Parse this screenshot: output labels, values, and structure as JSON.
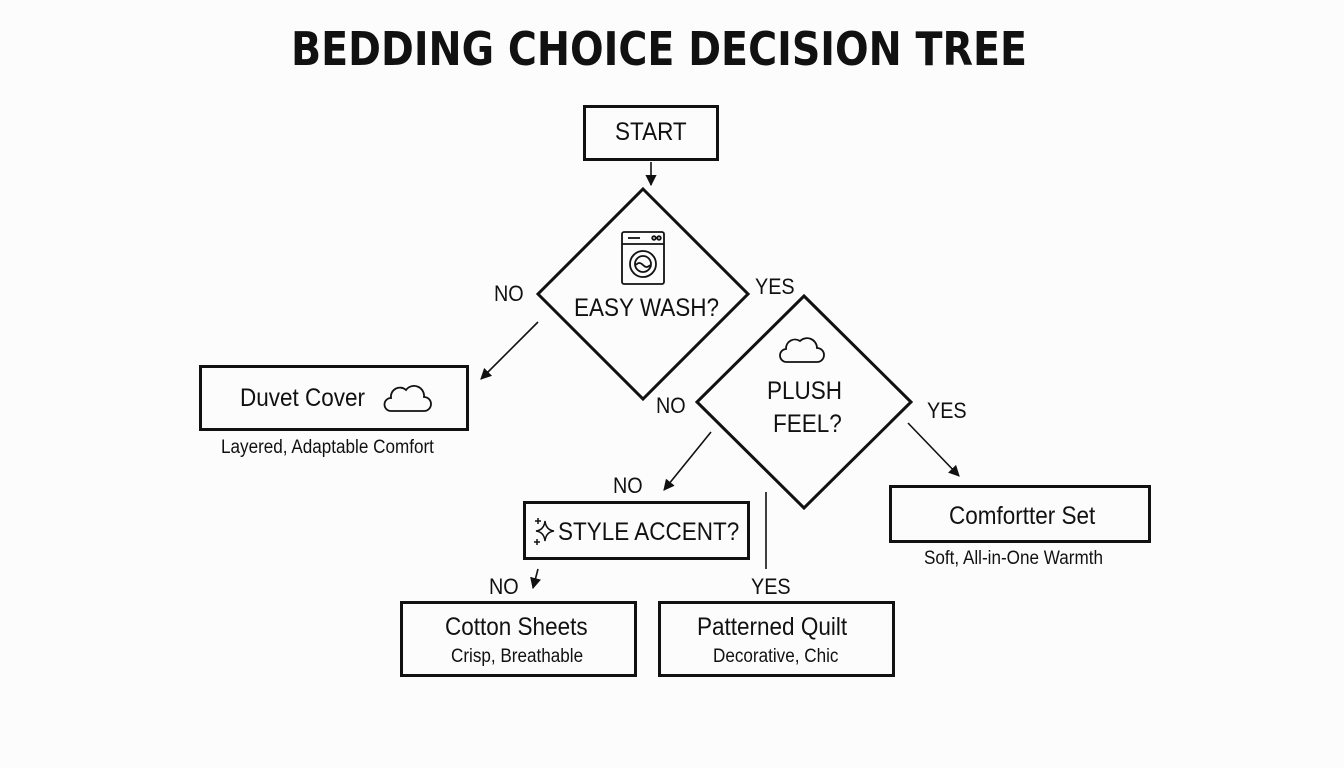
{
  "title": "BEDDING CHOICE DECISION TREE",
  "nodes": {
    "start": "START",
    "easy_wash": "EASY WASH?",
    "plush_line1": "PLUSH",
    "plush_line2": "FEEL?",
    "style_accent": "STYLE ACCENT?",
    "duvet_cover": {
      "label": "Duvet Cover",
      "caption": "Layered, Adaptable Comfort"
    },
    "comforter_set": {
      "label": "Comfortter Set",
      "caption": "Soft, All-in-One Warmth"
    },
    "cotton_sheets": {
      "label": "Cotton Sheets",
      "caption": "Crisp, Breathable"
    },
    "patterned_quilt": {
      "label": "Patterned Quilt",
      "caption": "Decorative, Chic"
    }
  },
  "edges": {
    "wash_no": "NO",
    "wash_yes": "YES",
    "plush_no_top": "NO",
    "plush_yes": "YES",
    "plush_no_bottom": "NO",
    "style_no": "NO",
    "style_yes": "YES"
  },
  "icons": {
    "washer": "washing-machine-icon",
    "cloud_plush": "cloud-icon",
    "cloud_duvet": "cloud-icon",
    "sparkle": "sparkle-icon"
  },
  "colors": {
    "ink": "#111111",
    "background": "#fcfcfc"
  }
}
